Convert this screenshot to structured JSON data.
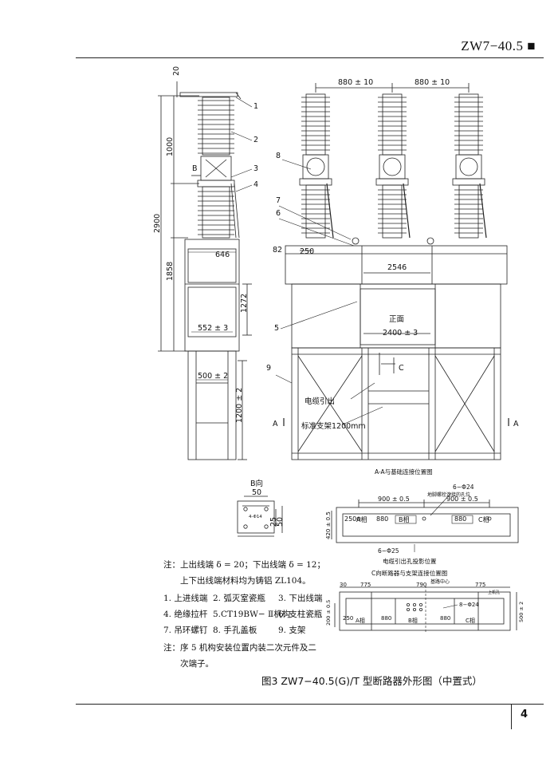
{
  "header": {
    "title": "ZW7−40.5 ■"
  },
  "footer": {
    "page_number": "4"
  },
  "side_view": {
    "dim_top": "20",
    "dim_upper": "1000",
    "dim_total": "2900",
    "dim_lower": "1858",
    "dim_646": "646",
    "dim_1272": "1272",
    "dim_552": "552 ± 3",
    "dim_500": "500 ± 2",
    "dim_1200": "1200 ± 2",
    "label_b": "B",
    "callouts": [
      "1",
      "2",
      "3",
      "4"
    ]
  },
  "front_view": {
    "dim_880_left": "880 ± 10",
    "dim_880_right": "880 ± 10",
    "dim_82": "82",
    "dim_250": "250",
    "dim_2546": "2546",
    "label_front": "正面",
    "dim_2400": "2400 ± 3",
    "label_c": "C",
    "label_cable": "电缆引出",
    "label_bracket": "标准支架1200mm",
    "label_a_left": "A",
    "label_a_right": "A",
    "callouts": [
      "8",
      "7",
      "6",
      "5",
      "9"
    ]
  },
  "view_b": {
    "title": "B向",
    "dim_50_top": "50",
    "dim_25": "25",
    "dim_50_side": "50",
    "hole": "4-Φ14"
  },
  "view_aa": {
    "title": "A-A与基础连接位置图",
    "holes_top": "6−Φ24",
    "note_top": "地脚螺栓连接的孔位",
    "dim_900_left": "900 ± 0.5",
    "dim_900_right": "900 ± 0.5",
    "dim_250": "250",
    "phase_a": "A相",
    "dim_880_a": "880",
    "phase_b": "B相",
    "dim_880_b": "880",
    "phase_c": "C相",
    "dim_420": "420 ± 0.5",
    "holes_bottom": "6−Φ25",
    "note_bottom": "电缆引出孔投影位置"
  },
  "view_c": {
    "title": "C向断路器与支架连接位置图",
    "label_center": "基路中心",
    "dim_775_left": "775",
    "dim_790": "790",
    "dim_775_right": "775",
    "dim_30": "30",
    "dim_250": "250",
    "phase_a": "A相",
    "dim_880_a": "880",
    "phase_b": "B相",
    "dim_880_b": "880",
    "phase_c": "C相",
    "holes": "8−Φ24",
    "dim_200": "200 ± 0.5",
    "dim_500": "500 ± 2",
    "small_note": "上机孔"
  },
  "notes": {
    "note1_prefix": "注：",
    "note1_line1": "上出线端 δ = 20；下出线端 δ = 12；",
    "note1_line2": "上下出线端材料均为铸铝 ZL104。",
    "items": [
      "1. 上进线端",
      "2. 弧灭室瓷瓶",
      "3. 下出线端",
      "4. 绝缘拉杆",
      "5.CT19BW− Ⅱ机构",
      "6. 支柱瓷瓶",
      "7. 吊环螺钉",
      "8. 手孔盖板",
      "9. 支架"
    ],
    "note2_prefix": "注：",
    "note2_line1": "序 5 机构安装位置内装二次元件及二",
    "note2_line2": "次端子。"
  },
  "caption": "图3 ZW7−40.5(G)/T 型断路器外形图（中置式）"
}
